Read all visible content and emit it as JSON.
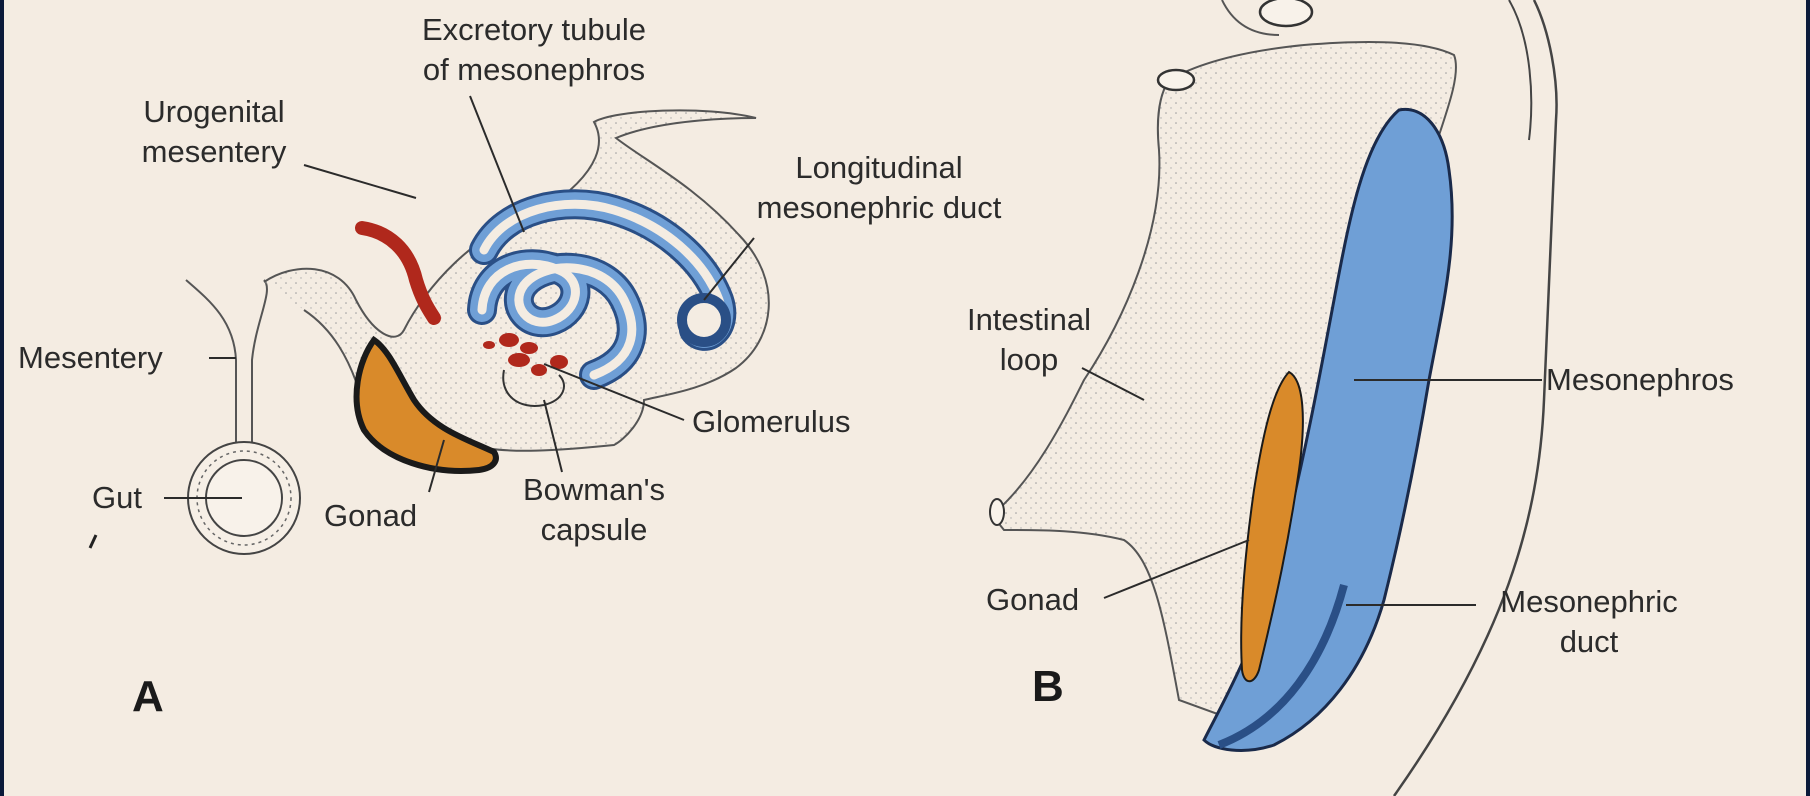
{
  "panels": {
    "a": {
      "letter": "A"
    },
    "b": {
      "letter": "B"
    }
  },
  "labels": {
    "excretory_line1": "Excretory tubule",
    "excretory_line2": "of mesonephros",
    "urogenital_line1": "Urogenital",
    "urogenital_line2": "mesentery",
    "longitudinal_line1": "Longitudinal",
    "longitudinal_line2": "mesonephric duct",
    "mesentery": "Mesentery",
    "glomerulus": "Glomerulus",
    "gut": "Gut",
    "gonad_a": "Gonad",
    "bowmans_line1": "Bowman's",
    "bowmans_line2": "capsule",
    "intestinal_line1": "Intestinal",
    "intestinal_line2": "loop",
    "mesonephros": "Mesonephros",
    "gonad_b": "Gonad",
    "mesonephric_duct_line1": "Mesonephric",
    "mesonephric_duct_line2": "duct"
  },
  "colors": {
    "background": "#f4ece2",
    "mesonephros_blue": "#6f9fd6",
    "gonad_orange": "#d98a2a",
    "vessel_red": "#b0281c",
    "outline": "#3a3a3a"
  }
}
